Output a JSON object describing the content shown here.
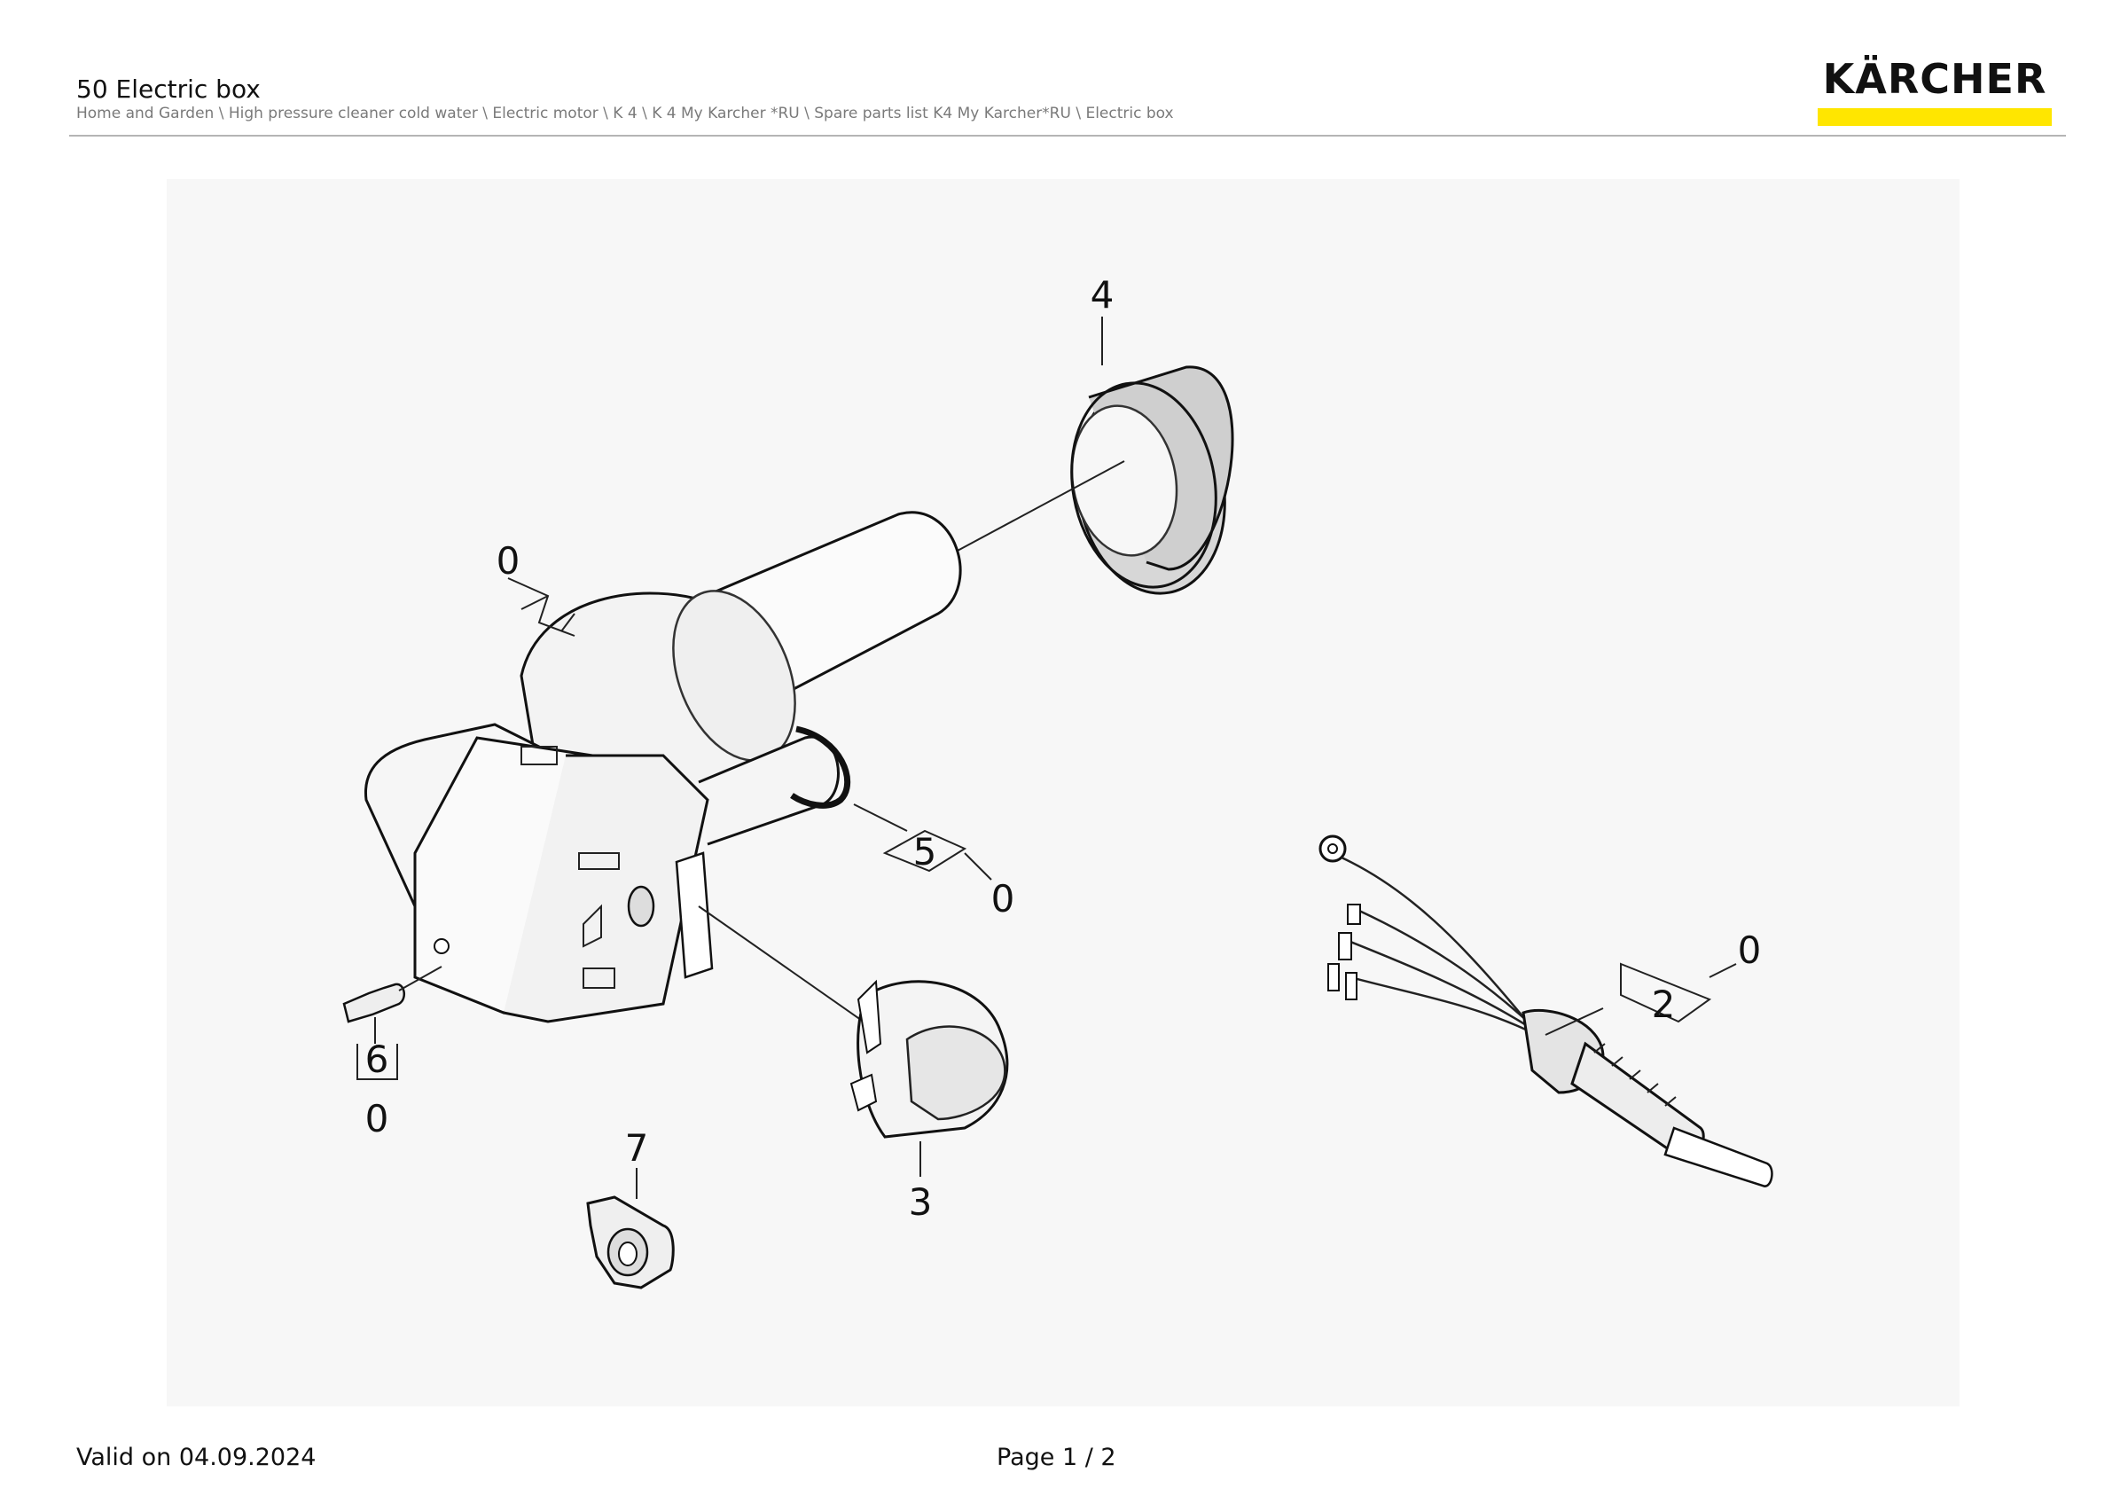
{
  "header": {
    "title": "50 Electric box",
    "breadcrumb": "Home and Garden \\ High pressure cleaner cold water \\ Electric motor \\ K 4 \\ K 4 My Karcher *RU \\ Spare parts list K4 My Karcher*RU \\ Electric box",
    "logo_text": "KÄRCHER",
    "logo_bar_color": "#ffe600"
  },
  "callouts": [
    {
      "id": "callout-4",
      "label": "4"
    },
    {
      "id": "callout-0-top",
      "label": "0"
    },
    {
      "id": "callout-5",
      "label": "5"
    },
    {
      "id": "callout-0-five",
      "label": "0"
    },
    {
      "id": "callout-6",
      "label": "6"
    },
    {
      "id": "callout-0-six",
      "label": "0"
    },
    {
      "id": "callout-7",
      "label": "7"
    },
    {
      "id": "callout-3",
      "label": "3"
    },
    {
      "id": "callout-2",
      "label": "2"
    },
    {
      "id": "callout-0-two",
      "label": "0"
    }
  ],
  "footer": {
    "valid": "Valid on 04.09.2024",
    "page": "Page 1 / 2"
  }
}
